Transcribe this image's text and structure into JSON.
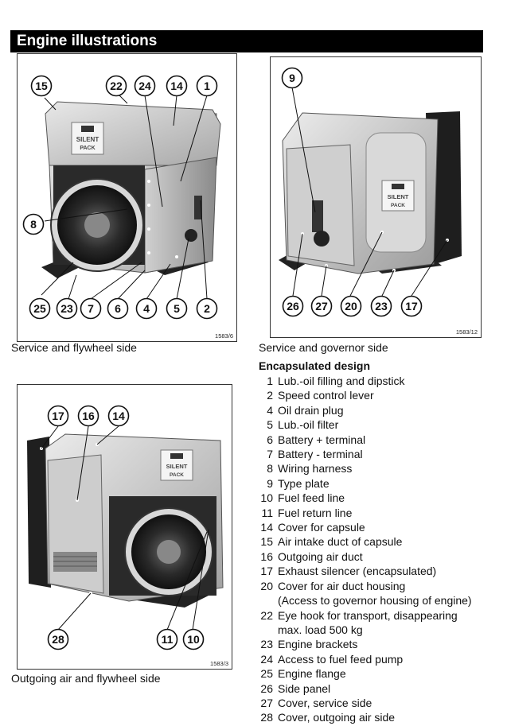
{
  "page": {
    "section_title": "Engine illustrations"
  },
  "figures": [
    {
      "id": "fig1",
      "code": "1583/6",
      "caption": "Service and flywheel side",
      "callouts": [
        "15",
        "22",
        "24",
        "14",
        "1",
        "8",
        "25",
        "23",
        "7",
        "6",
        "4",
        "5",
        "2"
      ],
      "logo_text": [
        "SILENT",
        "PACK"
      ]
    },
    {
      "id": "fig2",
      "code": "1583/12",
      "caption": "Service and governor side",
      "callouts": [
        "9",
        "26",
        "27",
        "20",
        "23",
        "17"
      ],
      "logo_text": [
        "SILENT",
        "PACK"
      ]
    },
    {
      "id": "fig3",
      "code": "1583/3",
      "caption": "Outgoing air and flywheel side",
      "callouts": [
        "17",
        "16",
        "14",
        "28",
        "11",
        "10"
      ],
      "logo_text": [
        "SILENT",
        "PACK"
      ]
    }
  ],
  "legend": {
    "title": "Encapsulated design",
    "items": [
      {
        "num": "1",
        "text": "Lub.-oil filling and dipstick"
      },
      {
        "num": "2",
        "text": "Speed control lever"
      },
      {
        "num": "4",
        "text": "Oil drain plug"
      },
      {
        "num": "5",
        "text": "Lub.-oil filter"
      },
      {
        "num": "6",
        "text": "Battery + terminal"
      },
      {
        "num": "7",
        "text": "Battery - terminal"
      },
      {
        "num": "8",
        "text": "Wiring harness"
      },
      {
        "num": "9",
        "text": "Type plate"
      },
      {
        "num": "10",
        "text": "Fuel feed line"
      },
      {
        "num": "11",
        "text": "Fuel return line"
      },
      {
        "num": "14",
        "text": "Cover for capsule"
      },
      {
        "num": "15",
        "text": "Air intake duct of capsule"
      },
      {
        "num": "16",
        "text": "Outgoing air duct"
      },
      {
        "num": "17",
        "text": "Exhaust silencer (encapsulated)"
      },
      {
        "num": "20",
        "text": "Cover for air duct housing\n(Access to governor housing of engine)"
      },
      {
        "num": "22",
        "text": "Eye hook for transport, disappearing\nmax. load 500 kg"
      },
      {
        "num": "23",
        "text": "Engine brackets"
      },
      {
        "num": "24",
        "text": "Access to fuel feed pump"
      },
      {
        "num": "25",
        "text": "Engine flange"
      },
      {
        "num": "26",
        "text": "Side panel"
      },
      {
        "num": "27",
        "text": "Cover, service side"
      },
      {
        "num": "28",
        "text": "Cover, outgoing air side"
      }
    ]
  }
}
